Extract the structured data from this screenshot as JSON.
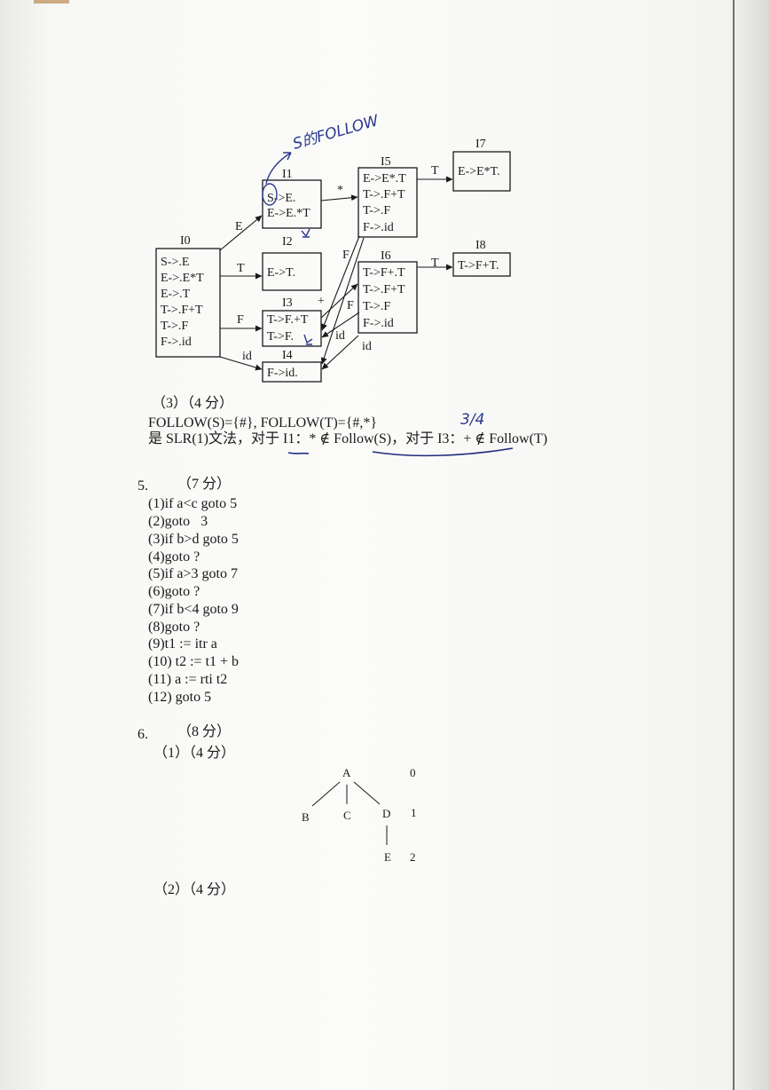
{
  "diagram": {
    "states": {
      "i0": {
        "title": "I0",
        "items": [
          "S->.E",
          "E->.E*T",
          "E->.T",
          "T->.F+T",
          "T->.F",
          "F->.id"
        ]
      },
      "i1": {
        "title": "I1",
        "items": [
          "S->E.",
          "E->E.*T"
        ]
      },
      "i2": {
        "title": "I2",
        "items": [
          "E->T."
        ]
      },
      "i3": {
        "title": "I3",
        "items": [
          "T->F.+T",
          "T->F."
        ]
      },
      "i4": {
        "title": "I4",
        "items": [
          "F->id."
        ]
      },
      "i5": {
        "title": "I5",
        "items": [
          "E->E*.T",
          "T->.F+T",
          "T->.F",
          "F->.id"
        ]
      },
      "i6": {
        "title": "I6",
        "items": [
          "T->F+.T",
          "T->.F+T",
          "T->.F",
          "F->.id"
        ]
      },
      "i7": {
        "title": "I7",
        "items": [
          "E->E*T."
        ]
      },
      "i8": {
        "title": "I8",
        "items": [
          "T->F+T."
        ]
      }
    },
    "edge_labels": {
      "e_i0_i1": "E",
      "t_i0_i2": "T",
      "f_i0_i3": "F",
      "id_i0_i4": "id",
      "star_i1_i5": "*",
      "t_i5_i7": "T",
      "t_i6_i8": "T",
      "plus_i3_i6": "+",
      "f_i5_i3": "F",
      "f_i6_i3": "F",
      "id_i5_i4": "id",
      "id_i6_i4": "id"
    },
    "handwritten_note": "S的FOLLOW"
  },
  "section3": {
    "heading": "（3）（4 分）",
    "follow_line": "FOLLOW(S)={#}, FOLLOW(T)={#,*}",
    "slr_part1": "是 SLR(1)文法，对于 I1：* ∉ Follow(S)，对于 I3：+ ∉ Follow(T)",
    "handwritten_mark": "3/4"
  },
  "section5": {
    "number": "5.",
    "points": "（7 分）",
    "lines": [
      "(1)if a<c goto 5",
      "(2)goto   3",
      "(3)if b>d goto 5",
      "(4)goto ?",
      "(5)if a>3 goto 7",
      "(6)goto ?",
      "(7)if b<4 goto 9",
      "(8)goto ?",
      "(9)t1 := itr a",
      "(10) t2 := t1 + b",
      "(11) a := rti t2",
      "(12) goto 5"
    ]
  },
  "section6": {
    "number": "6.",
    "points": "（8 分）",
    "part1": "（1）（4 分）",
    "part2": "（2）（4 分）",
    "tree": {
      "nodes": {
        "a": "A",
        "b": "B",
        "c": "C",
        "d": "D",
        "e": "E"
      },
      "levels": [
        "0",
        "1",
        "2"
      ]
    }
  }
}
